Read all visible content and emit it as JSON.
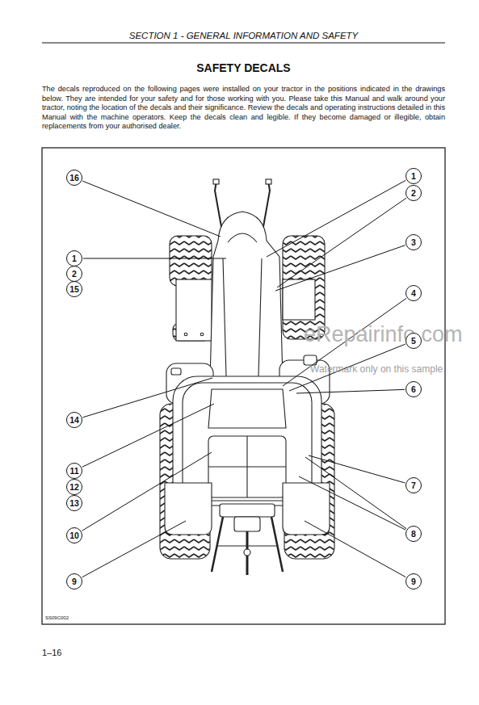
{
  "diagram": {
    "title": "SAFETY DECALS",
    "nodes": [
      {
        "text": [
          "16"
        ]
      },
      {
        "text": [
          "1"
        ]
      },
      {
        "text": [
          "2"
        ]
      },
      {
        "text": [
          "3"
        ]
      },
      {
        "text": [
          "1"
        ]
      },
      {
        "text": [
          "2"
        ]
      },
      {
        "text": [
          "15"
        ]
      },
      {
        "text": [
          "4"
        ]
      },
      {
        "text": [
          "5"
        ]
      },
      {
        "text": [
          "6"
        ]
      },
      {
        "text": [
          "14"
        ]
      },
      {
        "text": [
          "11"
        ]
      },
      {
        "text": [
          "7"
        ]
      },
      {
        "text": [
          "12"
        ]
      },
      {
        "text": [
          "13"
        ]
      },
      {
        "text": [
          "8"
        ]
      },
      {
        "text": [
          "10"
        ]
      },
      {
        "text": [
          "9"
        ]
      },
      {
        "text": [
          "9"
        ]
      }
    ],
    "labels": [
      "SECTION 1  - GENERAL INFORMATION AND SAFETY",
      "The decals reproduced on the following pages were installed on your tractor in the positions indicated in the drawings below. They are intended for your safety and for those working with you. Please take this Manual and walk around your tractor, noting the location of the decals and their significance. Review the decals and operating instructions detailed in this Manual with the machine operators. Keep the decals clean and legible. If they become damaged or illegible, obtain replacements from your authorised dealer.",
      "SS09C002",
      "1–16",
      "eRepairinfo.com",
      "Watermark only on this sample"
    ]
  }
}
